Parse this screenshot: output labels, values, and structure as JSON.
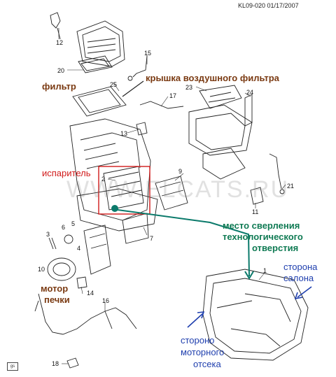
{
  "header": {
    "doc_code": "KL09-020",
    "date": "01/17/2007",
    "code_text": "KL09-020  01/17/2007"
  },
  "watermark": "WWW.ELCATS.RU",
  "badge": "gs",
  "labels": {
    "filter": "фильтр",
    "filter_cover": "крышка воздушного фильтра",
    "evaporator": "испаритель",
    "drill_line1": "место сверления",
    "drill_line2": "технологического",
    "drill_line3": "отверстия",
    "motor_line1": "мотор",
    "motor_line2": "печки",
    "cabin_line1": "сторона",
    "cabin_line2": "салона",
    "engine_line1": "стороно",
    "engine_line2": "моторного",
    "engine_line3": "отсека"
  },
  "callouts": [
    "12",
    "15",
    "20",
    "25",
    "17",
    "23",
    "24",
    "13",
    "2",
    "9",
    "11",
    "21",
    "3",
    "6",
    "5",
    "4",
    "7",
    "10",
    "14",
    "16",
    "1",
    "18"
  ],
  "colors": {
    "brown": "#7a3a12",
    "green": "#0f7a53",
    "red": "#d11a1a",
    "blue": "#1f3fae",
    "line": "#222222",
    "teal_arrow": "#0b7a6b"
  }
}
